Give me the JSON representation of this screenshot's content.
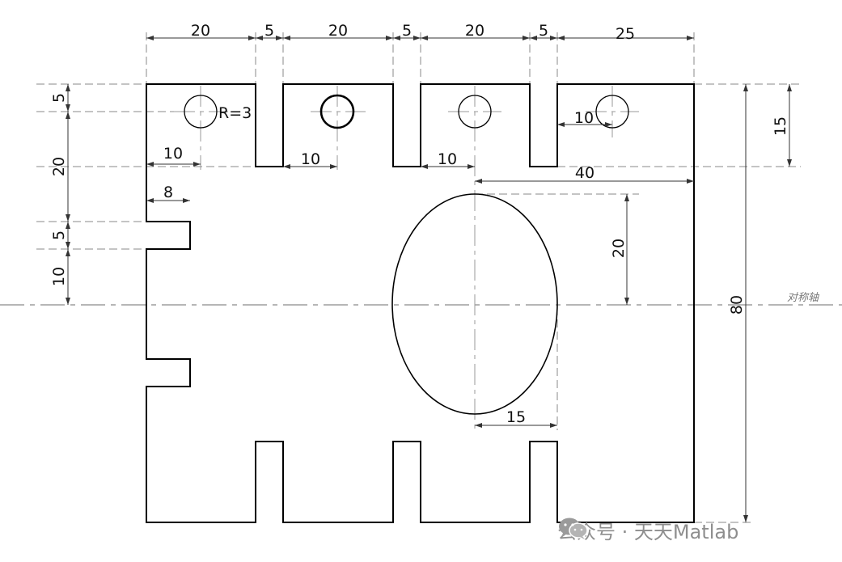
{
  "dimensions": {
    "slot_width_1": "20",
    "gap_1": "5",
    "slot_width_2": "20",
    "gap_2": "5",
    "slot_width_3": "20",
    "gap_3": "5",
    "last_width": "25",
    "left_top_gap": "5",
    "left_slot_depth": "20",
    "left_notch_gap": "5",
    "left_notch_offset": "10",
    "hole_offset_1": "10",
    "hole_offset_2": "10",
    "hole_offset_3": "10",
    "hole_offset_4": "10",
    "notch_depth": "8",
    "ellipse_offset_x": "40",
    "ellipse_semi_y": "20",
    "ellipse_semi_x": "15",
    "right_slot_depth": "15",
    "total_height": "80"
  },
  "labels": {
    "radius": "R=3",
    "symmetry_axis": "对称轴"
  },
  "watermark": {
    "icon": "wechat-icon",
    "text": "公众号 · 天天Matlab",
    "color": "#8e8e8e"
  }
}
